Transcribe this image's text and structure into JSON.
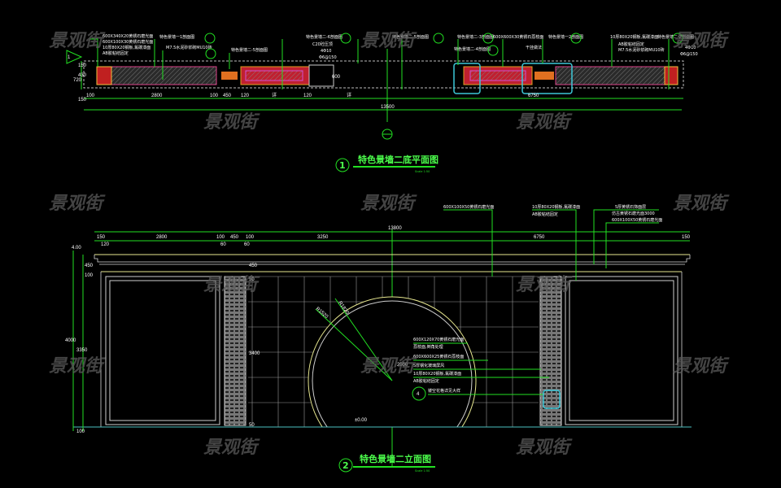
{
  "watermark": "景观街",
  "colors": {
    "background": "#000000",
    "dimension": "#22e022",
    "outline": "#d8d8d8",
    "coping": "#e8e890",
    "highlight": "#3cc8d8",
    "hatch": "#c02060"
  },
  "plan": {
    "title_number": "1",
    "title": "特色景墙二底平面图",
    "scale": "Scale 1:50",
    "section_mark": "1",
    "dims_row": [
      "100",
      "2800",
      "100",
      "450",
      "120",
      "详",
      "120",
      "详",
      "6750"
    ],
    "dims_left": [
      "720",
      "150",
      "430",
      "150"
    ],
    "overall": "13500",
    "inner_dim": "600",
    "annotations": [
      "600X340X20黄锈石磨光面",
      "600X100X30黄锈石磨光面",
      "10厚80X20钢板,氟碳漆面",
      "AB胶粘结固定",
      "特色景墙一1剖面图",
      "M7.5水泥砂浆砌MU10砖",
      "特色景墙二-5剖面图",
      "特色景墙二-6剖面图",
      "C20砼压顶",
      "4Φ10",
      "Φ6@150",
      "特色景墙二-5剖面图",
      "特色景墙二-3剖面图",
      "特色景墙二-4剖面图",
      "600X600X30黄锈石荔枝面",
      "干挂做法",
      "特色景墙一2剖面图",
      "10厚80X20钢板,氟碳漆面",
      "AB胶粘结固定",
      "M7.5水泥砂浆砌MU10砖",
      "特色景墙二-2剖面图",
      "4Φ10",
      "Φ6@150"
    ]
  },
  "elevation": {
    "title_number": "2",
    "title": "特色景墙二立面图",
    "scale": "Scale 1:50",
    "overall": "13800",
    "dims_row": [
      "150",
      "2800",
      "100",
      "450",
      "100",
      "3250",
      "6750",
      "150"
    ],
    "dims_sub": [
      "120",
      "60",
      "60"
    ],
    "dims_left": [
      "4.00",
      "450",
      "100",
      "4000",
      "3350",
      "100"
    ],
    "dims_center": [
      "450",
      "3400",
      "2500",
      "50",
      "50"
    ],
    "radii": [
      "R1820",
      "R1520"
    ],
    "level": "±0.00",
    "detail_mark": "4",
    "annotations_top": [
      "600X100X50黄锈石磨光面",
      "10厚80X20钢板,氟碳漆面",
      "AB胶粘结固定",
      "5厚黄锈石饰面层",
      "仿古黄锈石磨光面3000",
      "600X100X50黄锈石磨光面"
    ],
    "annotations_center": [
      "600X120X70黄锈石磨光面",
      "荔枝面,倒角处理",
      "600X600X25黄锈石荔枝面",
      "5厚钢化玻璃屏风",
      "10厚80X20钢板,氟碳漆面",
      "AB胶粘结固定",
      "镂空花格详见大样"
    ]
  }
}
